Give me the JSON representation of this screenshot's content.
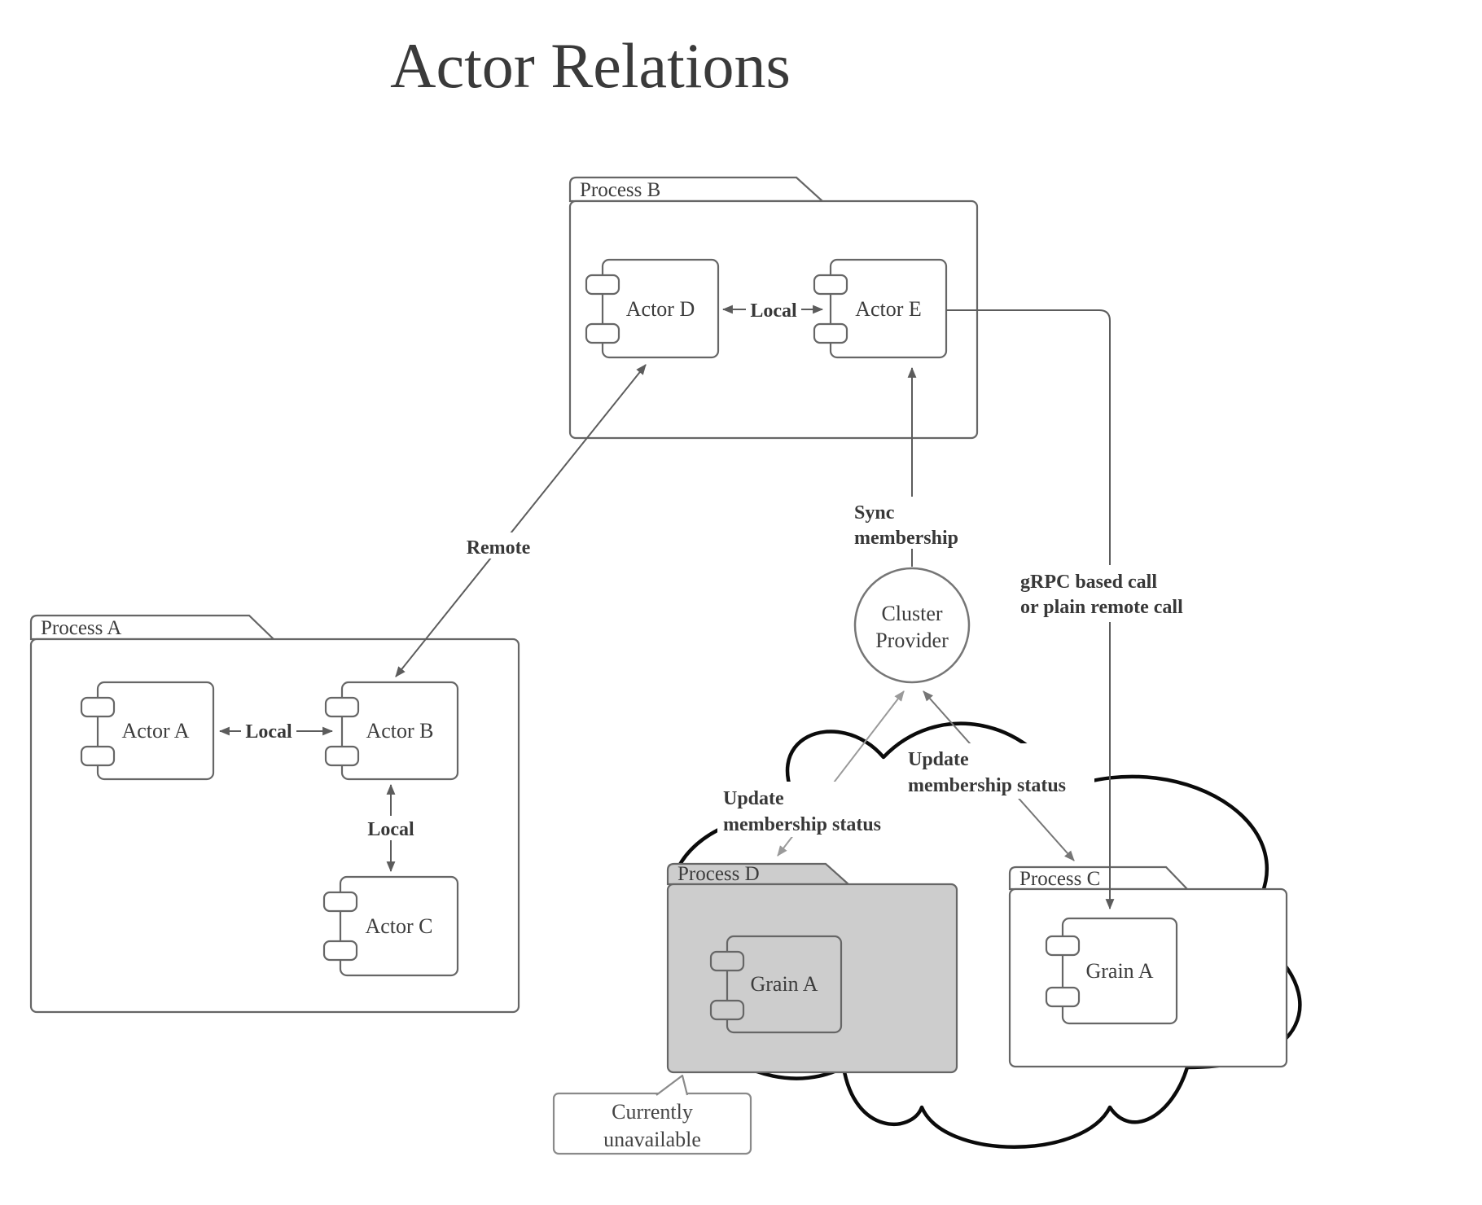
{
  "title": "Actor Relations",
  "colors": {
    "background": "#ffffff",
    "shape_stroke": "#666666",
    "text": "#3c3c3c",
    "bold_label": "#383838",
    "connector": "#5c5c5c",
    "connector_mid": "#767676",
    "connector_light": "#9a9a9a",
    "cloud_stroke": "#0b0b0b",
    "gray_fill": "#cdcdcd"
  },
  "process_b": {
    "label": "Process B",
    "actor_d": "Actor D",
    "actor_e": "Actor E",
    "local_label": "Local"
  },
  "process_a": {
    "label": "Process A",
    "actor_a": "Actor A",
    "actor_b": "Actor B",
    "actor_c": "Actor C",
    "local_ab_label": "Local",
    "local_bc_label": "Local"
  },
  "remote_label": "Remote",
  "sync_label": {
    "line1": "Sync",
    "line2": "membership"
  },
  "cluster_provider": {
    "line1": "Cluster",
    "line2": "Provider"
  },
  "grpc_label": {
    "line1": "gRPC based call",
    "line2": "or plain remote call"
  },
  "update_left": {
    "line1": "Update",
    "line2": "membership status"
  },
  "update_right": {
    "line1": "Update",
    "line2": "membership status"
  },
  "process_d": {
    "label": "Process D",
    "grain_a": "Grain A"
  },
  "process_c": {
    "label": "Process C",
    "grain_a": "Grain A"
  },
  "note": {
    "line1": "Currently",
    "line2": "unavailable"
  }
}
